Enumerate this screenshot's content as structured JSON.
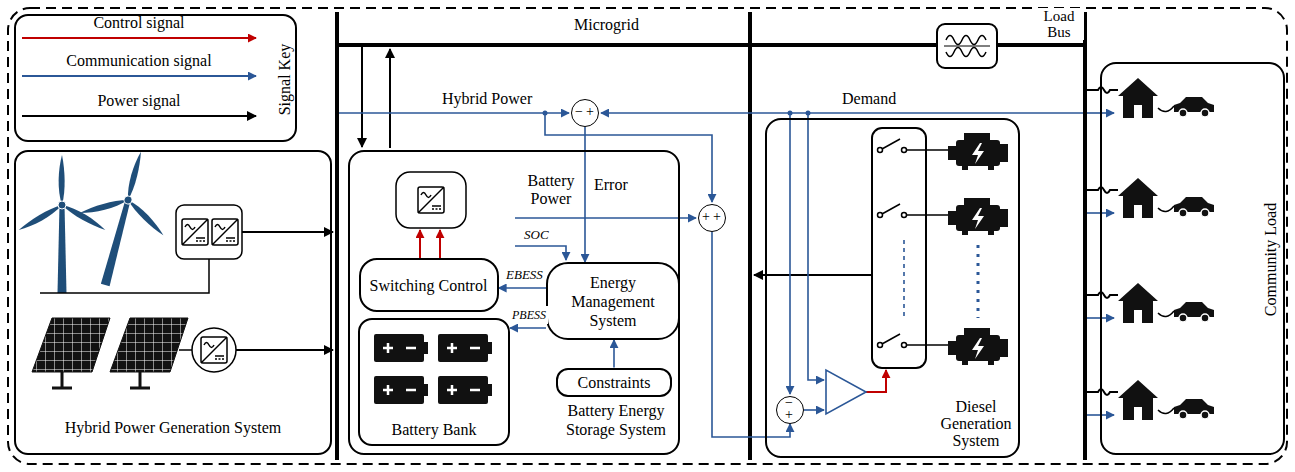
{
  "diagram": {
    "nodes": [
      {
        "text": [
          "Signal Key"
        ]
      },
      {
        "text": [
          "Hybrid Power Generation System"
        ]
      },
      {
        "text": [
          "Battery Energy Storage System"
        ]
      },
      {
        "text": [
          "Switching Control"
        ],
        "in": 2
      },
      {
        "text": [
          "Battery Bank"
        ],
        "in": 2
      },
      {
        "text": [
          "Energy Management System"
        ],
        "in": 2
      },
      {
        "text": [
          "Constraints"
        ],
        "in": 2
      },
      {
        "text": [
          "−",
          "+"
        ]
      },
      {
        "text": [
          "+",
          "+"
        ]
      },
      {
        "text": [
          "Diesel Generation System"
        ]
      },
      {
        "text": [
          "−",
          "+"
        ],
        "in": 9
      },
      {
        "text": [
          "Community Load"
        ]
      }
    ],
    "edges": [
      {
        "from": 7,
        "to": 5,
        "arrow": "to",
        "label": "Error"
      },
      {
        "from": 6,
        "to": 5,
        "arrow": "to"
      },
      {
        "from": 5,
        "to": 3,
        "arrow": "to",
        "label": "EBESS"
      },
      {
        "from": 5,
        "to": 4,
        "arrow": "to",
        "label": "PBESS"
      },
      {
        "from": 8,
        "to": 10,
        "arrow": "to"
      }
    ],
    "labels": [
      "Microgrid",
      "Load Bus",
      "Hybrid Power",
      "Demand",
      "Battery Power",
      "SOC"
    ],
    "legend": [
      {
        "text": "Control signal"
      },
      {
        "text": "Communication signal"
      },
      {
        "text": "Power signal"
      }
    ]
  }
}
